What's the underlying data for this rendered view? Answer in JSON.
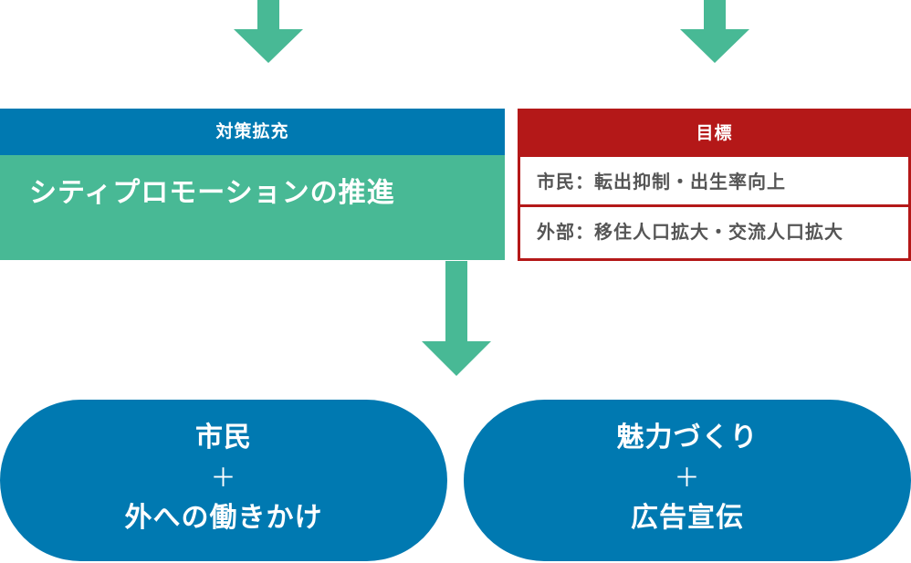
{
  "measures": {
    "header": "対策拡充",
    "body": "シティプロモーションの推進"
  },
  "goals": {
    "header": "目標",
    "rows": [
      "市民：転出抑制・出生率向上",
      "外部：移住人口拡大・交流人口拡大"
    ]
  },
  "pills": [
    {
      "line1": "市民",
      "plus": "＋",
      "line2": "外への働きかけ"
    },
    {
      "line1": "魅力づくり",
      "plus": "＋",
      "line2": "広告宣伝"
    }
  ],
  "colors": {
    "blue": "#0079b1",
    "green": "#48b995",
    "red": "#b41818"
  }
}
